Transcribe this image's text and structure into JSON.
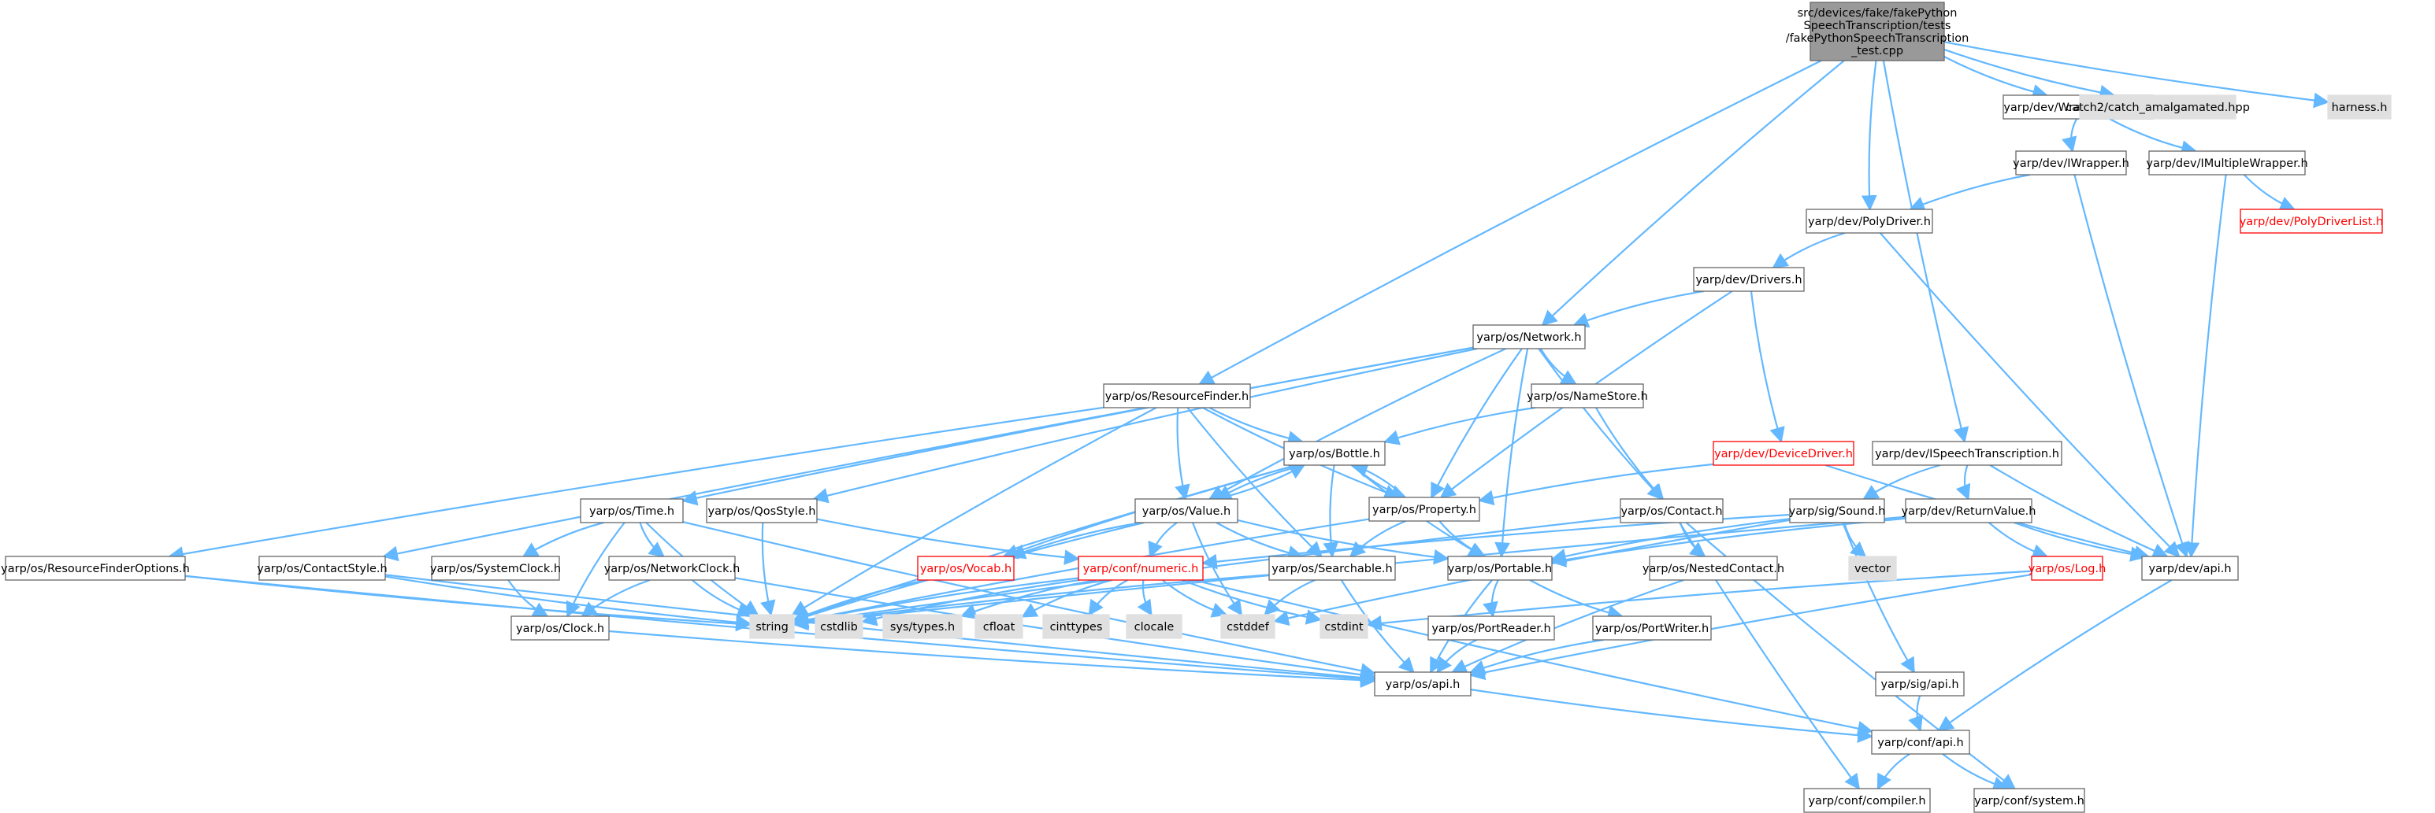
{
  "colors": {
    "root_fill": "#999999",
    "plain_fill": "#ffffff",
    "external_fill": "#e0e0e0",
    "border": "#666666",
    "truncated_border": "#ff0000",
    "truncated_text": "#ff0000",
    "edge": "#63b8ff",
    "text": "#000000"
  },
  "nodes": [
    {
      "id": "root",
      "kind": "root",
      "lines": [
        "src/devices/fake/fakePython",
        "SpeechTranscription/tests",
        "/fakePythonSpeechTranscription",
        "_test.cpp"
      ]
    },
    {
      "id": "wrappersingle",
      "kind": "plain",
      "lines": [
        "yarp/dev/WrapperSingle.h"
      ]
    },
    {
      "id": "catch2",
      "kind": "external",
      "lines": [
        "catch2/catch_amalgamated.hpp"
      ]
    },
    {
      "id": "harness",
      "kind": "external",
      "lines": [
        "harness.h"
      ]
    },
    {
      "id": "iwrapper",
      "kind": "plain",
      "lines": [
        "yarp/dev/IWrapper.h"
      ]
    },
    {
      "id": "imultiwrapper",
      "kind": "plain",
      "lines": [
        "yarp/dev/IMultipleWrapper.h"
      ]
    },
    {
      "id": "polydriverlist",
      "kind": "truncated",
      "lines": [
        "yarp/dev/PolyDriverList.h"
      ]
    },
    {
      "id": "polydriver",
      "kind": "plain",
      "lines": [
        "yarp/dev/PolyDriver.h"
      ]
    },
    {
      "id": "drivers",
      "kind": "plain",
      "lines": [
        "yarp/dev/Drivers.h"
      ]
    },
    {
      "id": "network",
      "kind": "plain",
      "lines": [
        "yarp/os/Network.h"
      ]
    },
    {
      "id": "resourcefinder",
      "kind": "plain",
      "lines": [
        "yarp/os/ResourceFinder.h"
      ]
    },
    {
      "id": "namestore",
      "kind": "plain",
      "lines": [
        "yarp/os/NameStore.h"
      ]
    },
    {
      "id": "devicedriver",
      "kind": "truncated",
      "lines": [
        "yarp/dev/DeviceDriver.h"
      ]
    },
    {
      "id": "ispeech",
      "kind": "plain",
      "lines": [
        "yarp/dev/ISpeechTranscription.h"
      ]
    },
    {
      "id": "bottle",
      "kind": "plain",
      "lines": [
        "yarp/os/Bottle.h"
      ]
    },
    {
      "id": "property",
      "kind": "plain",
      "lines": [
        "yarp/os/Property.h"
      ]
    },
    {
      "id": "contact",
      "kind": "plain",
      "lines": [
        "yarp/os/Contact.h"
      ]
    },
    {
      "id": "sound",
      "kind": "plain",
      "lines": [
        "yarp/sig/Sound.h"
      ]
    },
    {
      "id": "returnvalue",
      "kind": "plain",
      "lines": [
        "yarp/dev/ReturnValue.h"
      ]
    },
    {
      "id": "time",
      "kind": "plain",
      "lines": [
        "yarp/os/Time.h"
      ]
    },
    {
      "id": "qosstyle",
      "kind": "plain",
      "lines": [
        "yarp/os/QosStyle.h"
      ]
    },
    {
      "id": "value",
      "kind": "plain",
      "lines": [
        "yarp/os/Value.h"
      ]
    },
    {
      "id": "vector",
      "kind": "external",
      "lines": [
        "vector"
      ]
    },
    {
      "id": "rfoptions",
      "kind": "plain",
      "lines": [
        "yarp/os/ResourceFinderOptions.h"
      ]
    },
    {
      "id": "contactstyle",
      "kind": "plain",
      "lines": [
        "yarp/os/ContactStyle.h"
      ]
    },
    {
      "id": "systemclock",
      "kind": "plain",
      "lines": [
        "yarp/os/SystemClock.h"
      ]
    },
    {
      "id": "networkclock",
      "kind": "plain",
      "lines": [
        "yarp/os/NetworkClock.h"
      ]
    },
    {
      "id": "vocab",
      "kind": "truncated",
      "lines": [
        "yarp/os/Vocab.h"
      ]
    },
    {
      "id": "numeric",
      "kind": "truncated",
      "lines": [
        "yarp/conf/numeric.h"
      ]
    },
    {
      "id": "searchable",
      "kind": "plain",
      "lines": [
        "yarp/os/Searchable.h"
      ]
    },
    {
      "id": "portable",
      "kind": "plain",
      "lines": [
        "yarp/os/Portable.h"
      ]
    },
    {
      "id": "nestedcontact",
      "kind": "plain",
      "lines": [
        "yarp/os/NestedContact.h"
      ]
    },
    {
      "id": "log",
      "kind": "truncated",
      "lines": [
        "yarp/os/Log.h"
      ]
    },
    {
      "id": "devapi",
      "kind": "plain",
      "lines": [
        "yarp/dev/api.h"
      ]
    },
    {
      "id": "clock",
      "kind": "plain",
      "lines": [
        "yarp/os/Clock.h"
      ]
    },
    {
      "id": "string",
      "kind": "external",
      "lines": [
        "string"
      ]
    },
    {
      "id": "cstdlib",
      "kind": "external",
      "lines": [
        "cstdlib"
      ]
    },
    {
      "id": "systypes",
      "kind": "external",
      "lines": [
        "sys/types.h"
      ]
    },
    {
      "id": "cfloat",
      "kind": "external",
      "lines": [
        "cfloat"
      ]
    },
    {
      "id": "cinttypes",
      "kind": "external",
      "lines": [
        "cinttypes"
      ]
    },
    {
      "id": "clocale",
      "kind": "external",
      "lines": [
        "clocale"
      ]
    },
    {
      "id": "cstddef",
      "kind": "external",
      "lines": [
        "cstddef"
      ]
    },
    {
      "id": "cstdint",
      "kind": "external",
      "lines": [
        "cstdint"
      ]
    },
    {
      "id": "portreader",
      "kind": "plain",
      "lines": [
        "yarp/os/PortReader.h"
      ]
    },
    {
      "id": "portwriter",
      "kind": "plain",
      "lines": [
        "yarp/os/PortWriter.h"
      ]
    },
    {
      "id": "osapi",
      "kind": "plain",
      "lines": [
        "yarp/os/api.h"
      ]
    },
    {
      "id": "sigapi",
      "kind": "plain",
      "lines": [
        "yarp/sig/api.h"
      ]
    },
    {
      "id": "confapi",
      "kind": "plain",
      "lines": [
        "yarp/conf/api.h"
      ]
    },
    {
      "id": "compiler",
      "kind": "plain",
      "lines": [
        "yarp/conf/compiler.h"
      ]
    },
    {
      "id": "system",
      "kind": "plain",
      "lines": [
        "yarp/conf/system.h"
      ]
    }
  ],
  "edges": [
    [
      "root",
      "wrappersingle"
    ],
    [
      "root",
      "catch2"
    ],
    [
      "root",
      "harness"
    ],
    [
      "root",
      "polydriver"
    ],
    [
      "root",
      "network"
    ],
    [
      "root",
      "resourcefinder"
    ],
    [
      "root",
      "ispeech"
    ],
    [
      "wrappersingle",
      "iwrapper"
    ],
    [
      "wrappersingle",
      "imultiwrapper"
    ],
    [
      "iwrapper",
      "polydriver"
    ],
    [
      "iwrapper",
      "devapi"
    ],
    [
      "imultiwrapper",
      "polydriverlist"
    ],
    [
      "imultiwrapper",
      "devapi"
    ],
    [
      "polydriver",
      "drivers"
    ],
    [
      "polydriver",
      "devapi"
    ],
    [
      "drivers",
      "network"
    ],
    [
      "drivers",
      "devicedriver"
    ],
    [
      "drivers",
      "property"
    ],
    [
      "network",
      "contactstyle"
    ],
    [
      "network",
      "time"
    ],
    [
      "network",
      "qosstyle"
    ],
    [
      "network",
      "namestore"
    ],
    [
      "network",
      "value"
    ],
    [
      "network",
      "property"
    ],
    [
      "network",
      "contact"
    ],
    [
      "network",
      "portable"
    ],
    [
      "resourcefinder",
      "rfoptions"
    ],
    [
      "resourcefinder",
      "bottle"
    ],
    [
      "resourcefinder",
      "value"
    ],
    [
      "resourcefinder",
      "property"
    ],
    [
      "resourcefinder",
      "searchable"
    ],
    [
      "resourcefinder",
      "string"
    ],
    [
      "namestore",
      "bottle"
    ],
    [
      "namestore",
      "contact"
    ],
    [
      "devicedriver",
      "property"
    ],
    [
      "devicedriver",
      "devapi"
    ],
    [
      "ispeech",
      "sound"
    ],
    [
      "ispeech",
      "returnvalue"
    ],
    [
      "ispeech",
      "devapi"
    ],
    [
      "bottle",
      "property"
    ],
    [
      "bottle",
      "value"
    ],
    [
      "bottle",
      "searchable"
    ],
    [
      "bottle",
      "portable"
    ],
    [
      "bottle",
      "vocab"
    ],
    [
      "bottle",
      "string"
    ],
    [
      "property",
      "bottle"
    ],
    [
      "property",
      "searchable"
    ],
    [
      "property",
      "portable"
    ],
    [
      "property",
      "string"
    ],
    [
      "value",
      "bottle"
    ],
    [
      "value",
      "numeric"
    ],
    [
      "value",
      "vocab"
    ],
    [
      "value",
      "searchable"
    ],
    [
      "value",
      "portable"
    ],
    [
      "value",
      "string"
    ],
    [
      "value",
      "cstddef"
    ],
    [
      "contact",
      "nestedcontact"
    ],
    [
      "contact",
      "string"
    ],
    [
      "contact",
      "compiler"
    ],
    [
      "contact",
      "system"
    ],
    [
      "sound",
      "vector"
    ],
    [
      "sound",
      "portable"
    ],
    [
      "sound",
      "numeric"
    ],
    [
      "sound",
      "sigapi"
    ],
    [
      "sound",
      "cstddef"
    ],
    [
      "returnvalue",
      "portable"
    ],
    [
      "returnvalue",
      "log"
    ],
    [
      "returnvalue",
      "devapi"
    ],
    [
      "returnvalue",
      "string"
    ],
    [
      "time",
      "systemclock"
    ],
    [
      "time",
      "networkclock"
    ],
    [
      "time",
      "clock"
    ],
    [
      "time",
      "osapi"
    ],
    [
      "time",
      "string"
    ],
    [
      "qosstyle",
      "numeric"
    ],
    [
      "qosstyle",
      "string"
    ],
    [
      "rfoptions",
      "string"
    ],
    [
      "rfoptions",
      "osapi"
    ],
    [
      "contactstyle",
      "string"
    ],
    [
      "contactstyle",
      "osapi"
    ],
    [
      "systemclock",
      "clock"
    ],
    [
      "networkclock",
      "clock"
    ],
    [
      "networkclock",
      "string"
    ],
    [
      "networkclock",
      "osapi"
    ],
    [
      "vocab",
      "string"
    ],
    [
      "numeric",
      "cstdlib"
    ],
    [
      "numeric",
      "systypes"
    ],
    [
      "numeric",
      "cfloat"
    ],
    [
      "numeric",
      "cinttypes"
    ],
    [
      "numeric",
      "clocale"
    ],
    [
      "numeric",
      "cstddef"
    ],
    [
      "numeric",
      "cstdint"
    ],
    [
      "numeric",
      "string"
    ],
    [
      "numeric",
      "confapi"
    ],
    [
      "searchable",
      "string"
    ],
    [
      "searchable",
      "cstddef"
    ],
    [
      "searchable",
      "osapi"
    ],
    [
      "portable",
      "portreader"
    ],
    [
      "portable",
      "portwriter"
    ],
    [
      "portable",
      "osapi"
    ],
    [
      "nestedcontact",
      "osapi"
    ],
    [
      "log",
      "cstdint"
    ],
    [
      "log",
      "osapi"
    ],
    [
      "devapi",
      "confapi"
    ],
    [
      "clock",
      "osapi"
    ],
    [
      "portreader",
      "osapi"
    ],
    [
      "portwriter",
      "osapi"
    ],
    [
      "osapi",
      "confapi"
    ],
    [
      "sigapi",
      "confapi"
    ],
    [
      "confapi",
      "compiler"
    ],
    [
      "confapi",
      "system"
    ]
  ]
}
